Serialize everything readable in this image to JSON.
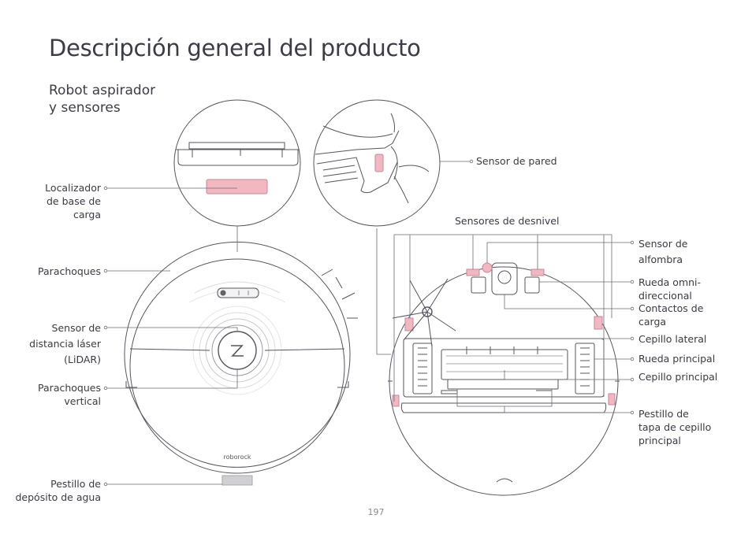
{
  "header": {
    "title": "Descripción general del producto",
    "subtitle_line1": "Robot aspirador",
    "subtitle_line2": "y sensores"
  },
  "labels_left": {
    "dock_locator_1": "Localizador",
    "dock_locator_2": "de base de",
    "dock_locator_3": "carga",
    "bumper": "Parachoques",
    "lidar_1": "Sensor de",
    "lidar_2": "distancia láser",
    "lidar_3": "(LiDAR)",
    "vertical_bumper_1": "Parachoques",
    "vertical_bumper_2": "vertical",
    "water_tank_latch_1": "Pestillo de",
    "water_tank_latch_2": "depósito de agua"
  },
  "labels_right": {
    "wall_sensor": "Sensor de pared",
    "cliff_sensors": "Sensores de desnivel",
    "carpet_sensor_1": "Sensor de",
    "carpet_sensor_2": "alfombra",
    "omni_wheel_1": "Rueda omni-",
    "omni_wheel_2": "direccional",
    "charging_contacts_1": "Contactos de",
    "charging_contacts_2": "carga",
    "side_brush": "Cepillo lateral",
    "main_wheel": "Rueda principal",
    "main_brush": "Cepillo principal",
    "brush_cover_latch_1": "Pestillo de",
    "brush_cover_latch_2": "tapa de cepillo",
    "brush_cover_latch_3": "principal"
  },
  "robot": {
    "brand": "roborock"
  },
  "colors": {
    "accent_pink": "#f2b8c2",
    "line": "#6b6b75",
    "text": "#3a3a44"
  },
  "footer": {
    "page_number": "197"
  }
}
